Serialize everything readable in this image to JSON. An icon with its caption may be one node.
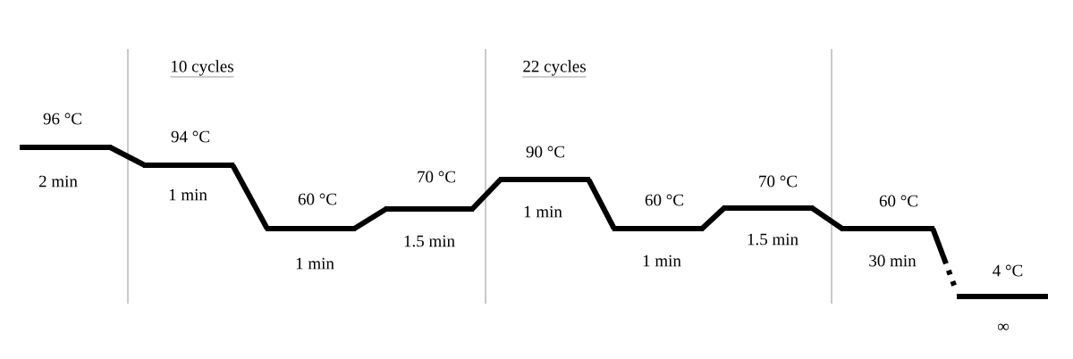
{
  "diagram": {
    "nodes": [
      {
        "text": [
          "96 °C",
          "2 min"
        ]
      },
      {
        "text": [
          "94 °C",
          "1 min"
        ]
      },
      {
        "text": [
          "60 °C",
          "1 min"
        ]
      },
      {
        "text": [
          "70 °C",
          "1.5 min"
        ]
      },
      {
        "text": [
          "90 °C",
          "1 min"
        ]
      },
      {
        "text": [
          "60 °C",
          "1 min"
        ]
      },
      {
        "text": [
          "70 °C",
          "1.5 min"
        ]
      },
      {
        "text": [
          "60 °C",
          "30 min"
        ]
      },
      {
        "text": [
          "4 °C",
          "∞"
        ]
      }
    ],
    "edges": [
      {
        "from": 0,
        "to": 1,
        "arrow": "none"
      },
      {
        "from": 1,
        "to": 2,
        "arrow": "none"
      },
      {
        "from": 2,
        "to": 3,
        "arrow": "none"
      },
      {
        "from": 3,
        "to": 4,
        "arrow": "none"
      },
      {
        "from": 4,
        "to": 5,
        "arrow": "none"
      },
      {
        "from": 5,
        "to": 6,
        "arrow": "none"
      },
      {
        "from": 6,
        "to": 7,
        "arrow": "none"
      },
      {
        "from": 7,
        "to": 8,
        "arrow": "none",
        "style": "dashed"
      }
    ],
    "labels": [
      "10 cycles",
      "22 cycles"
    ]
  }
}
